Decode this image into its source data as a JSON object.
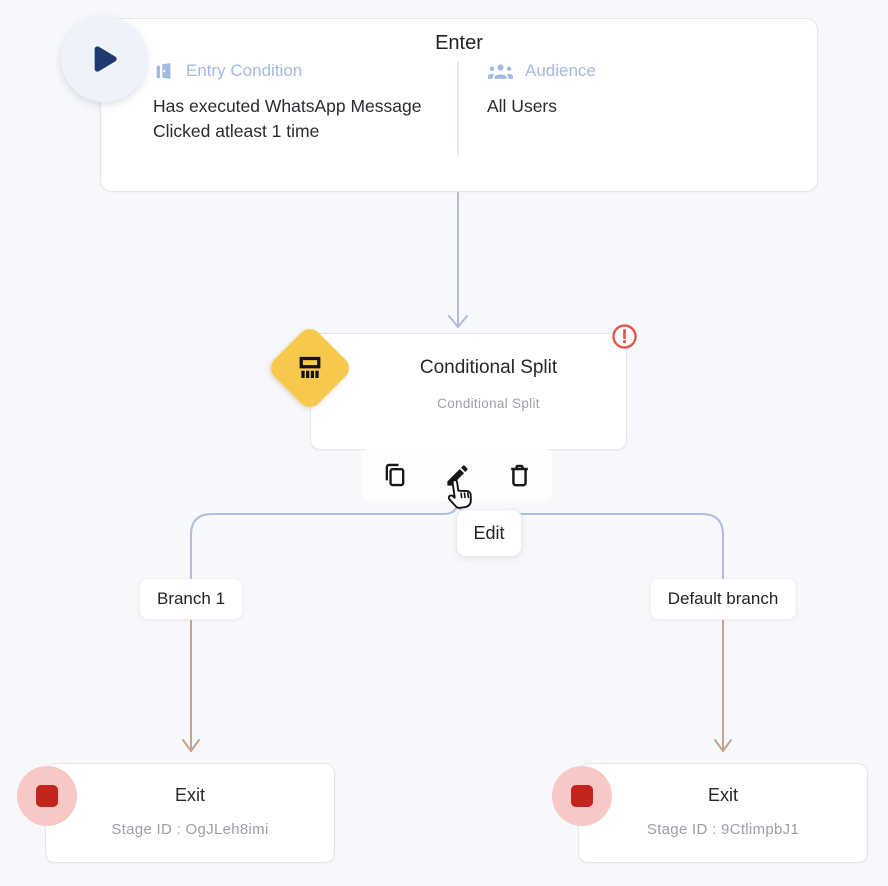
{
  "colors": {
    "background": "#f7f8fb",
    "wire_blue": "#b3bdd9",
    "wire_tan": "#c9a18f",
    "accent_periwinkle": "#a4b8e0",
    "play_navy": "#1f3a70",
    "diamond_yellow": "#f6c84c",
    "error_red": "#e4574e",
    "exit_pink": "#f8c8c7",
    "exit_red": "#c2241e"
  },
  "icons": {
    "start": "play-icon",
    "entry": "door-icon",
    "audience": "groups-icon",
    "split": "split-icon",
    "error": "error-exclamation-icon",
    "copy": "copy-icon",
    "edit": "pencil-icon",
    "delete": "trash-icon",
    "exit": "stop-square-icon",
    "cursor": "hand-pointer-cursor"
  },
  "enter_card": {
    "title": "Enter",
    "entry": {
      "label": "Entry Condition",
      "value": "Has executed WhatsApp Message Clicked atleast 1 time"
    },
    "audience": {
      "label": "Audience",
      "value": "All Users"
    }
  },
  "split_card": {
    "title": "Conditional Split",
    "subtitle": "Conditional Split"
  },
  "toolbar": {
    "tooltip": "Edit"
  },
  "branches": [
    {
      "label": "Branch 1"
    },
    {
      "label": "Default branch"
    }
  ],
  "exit_nodes": [
    {
      "title": "Exit",
      "stage": "Stage ID : OgJLeh8imi"
    },
    {
      "title": "Exit",
      "stage": "Stage ID : 9CtlimpbJ1"
    }
  ]
}
